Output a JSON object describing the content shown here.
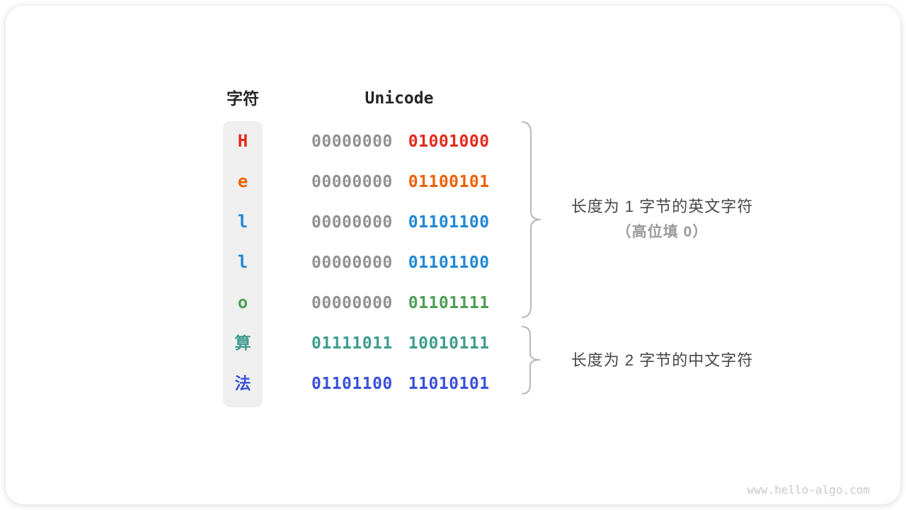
{
  "header": {
    "char_col_label": "字符",
    "unicode_col_label": "Unicode"
  },
  "rows": [
    {
      "char": "H",
      "char_color": "#e5291c",
      "cjk": false,
      "bytes": [
        {
          "text": "00000000",
          "color": "#919191"
        },
        {
          "text": "01001000",
          "color": "#e5291c"
        }
      ]
    },
    {
      "char": "e",
      "char_color": "#ee6101",
      "cjk": false,
      "bytes": [
        {
          "text": "00000000",
          "color": "#919191"
        },
        {
          "text": "01100101",
          "color": "#ee6101"
        }
      ]
    },
    {
      "char": "l",
      "char_color": "#1f88d5",
      "cjk": false,
      "bytes": [
        {
          "text": "00000000",
          "color": "#919191"
        },
        {
          "text": "01101100",
          "color": "#1f88d5"
        }
      ]
    },
    {
      "char": "l",
      "char_color": "#1f88d5",
      "cjk": false,
      "bytes": [
        {
          "text": "00000000",
          "color": "#919191"
        },
        {
          "text": "01101100",
          "color": "#1f88d5"
        }
      ]
    },
    {
      "char": "o",
      "char_color": "#4e9e55",
      "cjk": false,
      "bytes": [
        {
          "text": "00000000",
          "color": "#919191"
        },
        {
          "text": "01101111",
          "color": "#4e9e55"
        }
      ]
    },
    {
      "char": "算",
      "char_color": "#3f9c8e",
      "cjk": true,
      "bytes": [
        {
          "text": "01111011",
          "color": "#3f9c8e"
        },
        {
          "text": "10010111",
          "color": "#3f9c8e"
        }
      ]
    },
    {
      "char": "法",
      "char_color": "#3a50d9",
      "cjk": true,
      "bytes": [
        {
          "text": "01101100",
          "color": "#3a50d9"
        },
        {
          "text": "11010101",
          "color": "#3a50d9"
        }
      ]
    }
  ],
  "annotations": [
    {
      "line1": "长度为 1 字节的英文字符",
      "line2": "（高位填 0）"
    },
    {
      "line1": "长度为 2 字节的中文字符"
    }
  ],
  "watermark": "www.hello-algo.com",
  "colors": {
    "byte_padding_gray": "#919191",
    "column_background": "#efefef",
    "brace_gray": "#b8b8b8",
    "annotation_dark": "#474747",
    "annotation_gray": "#9a9a9a"
  }
}
